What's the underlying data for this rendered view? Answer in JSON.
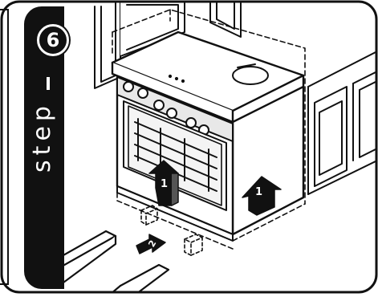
{
  "step": {
    "number": "6",
    "word": "step"
  },
  "arrows": {
    "lift_front": "1",
    "lift_side": "1",
    "push": "2"
  },
  "colors": {
    "ink": "#111111",
    "paper": "#ffffff",
    "shade": "#d9d9d9",
    "badge": "#111111"
  }
}
